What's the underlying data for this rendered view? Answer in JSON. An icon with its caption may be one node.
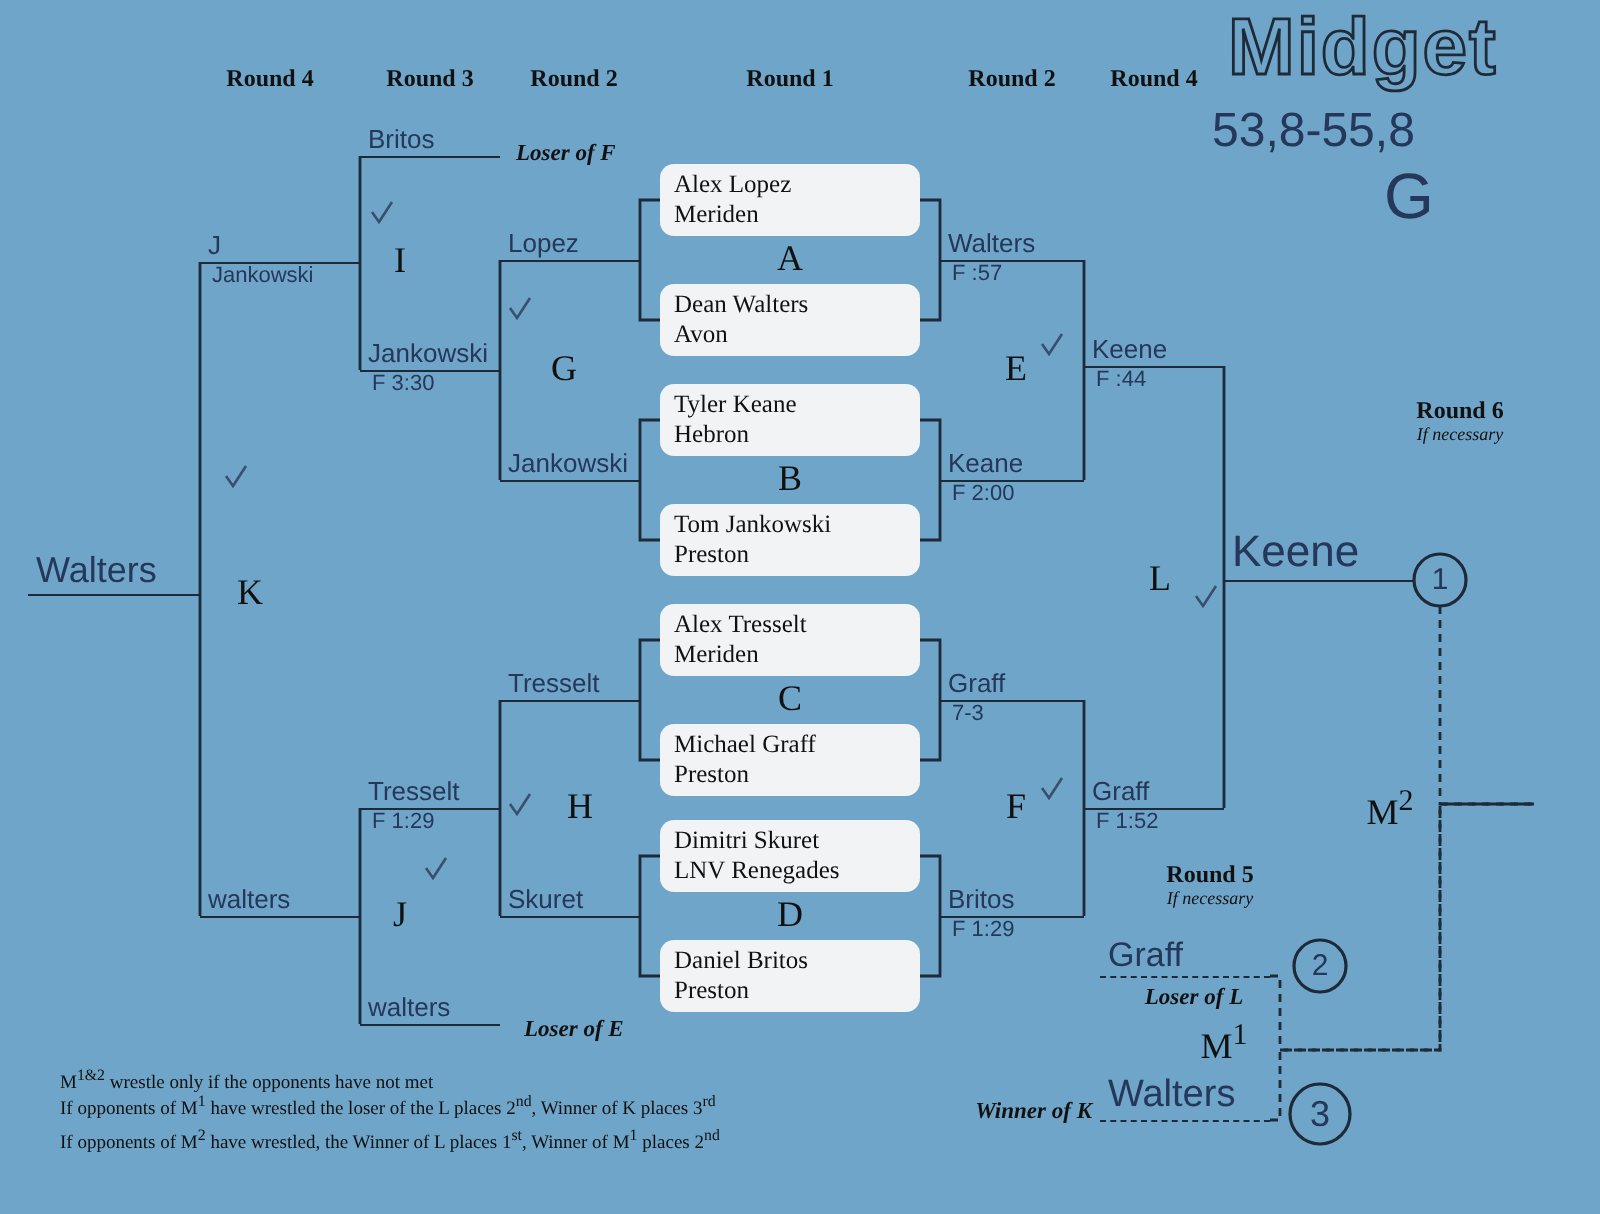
{
  "diagram": {
    "title": "Midget",
    "nodes": [
      {
        "text": [
          "Alex Lopez",
          "Meriden"
        ]
      },
      {
        "text": [
          "Dean Walters",
          "Avon"
        ]
      },
      {
        "text": [
          "Tyler Keane",
          "Hebron"
        ]
      },
      {
        "text": [
          "Tom Jankowski",
          "Preston"
        ]
      },
      {
        "text": [
          "Alex Tresselt",
          "Meriden"
        ]
      },
      {
        "text": [
          "Michael Graff",
          "Preston"
        ]
      },
      {
        "text": [
          "Dimitri Skuret",
          "LNV Renegades"
        ]
      },
      {
        "text": [
          "Daniel Britos",
          "Preston"
        ]
      },
      {
        "text": [
          "Walters"
        ],
        "beside": [
          "F :57"
        ]
      },
      {
        "text": [
          "Keane"
        ],
        "beside": [
          "F 2:00"
        ]
      },
      {
        "text": [
          "Keene"
        ],
        "beside": [
          "F :44"
        ]
      },
      {
        "text": [
          "Graff"
        ],
        "beside": [
          "7-3"
        ]
      },
      {
        "text": [
          "Graff"
        ],
        "beside": [
          "F 1:52"
        ]
      },
      {
        "text": [
          "Britos"
        ],
        "beside": [
          "F 1:29"
        ]
      },
      {
        "text": [
          "Keene"
        ]
      },
      {
        "text": [
          "Lopez"
        ]
      },
      {
        "text": [
          "Jankowski"
        ]
      },
      {
        "text": [
          "Britos"
        ]
      },
      {
        "text": [
          "Jankowski"
        ],
        "beside": [
          "F 3:30"
        ]
      },
      {
        "text": [
          "Tresselt"
        ]
      },
      {
        "text": [
          "Skuret"
        ]
      },
      {
        "text": [
          "Tresselt"
        ],
        "beside": [
          "F 1:29"
        ]
      },
      {
        "text": [
          "walters"
        ]
      },
      {
        "text": [
          "J"
        ],
        "beside": [
          "Jankowski"
        ]
      },
      {
        "text": [
          "walters"
        ]
      },
      {
        "text": [
          "Walters"
        ]
      },
      {
        "text": [
          "Graff"
        ]
      },
      {
        "text": [
          "Walters"
        ]
      },
      {
        "text": [
          "1"
        ]
      },
      {
        "text": [
          "2"
        ]
      },
      {
        "text": [
          "3"
        ]
      }
    ],
    "edges": [
      {
        "from": 0,
        "to": 8,
        "arrow": "none"
      },
      {
        "from": 1,
        "to": 8,
        "arrow": "none"
      },
      {
        "from": 2,
        "to": 9,
        "arrow": "none"
      },
      {
        "from": 3,
        "to": 9,
        "arrow": "none"
      },
      {
        "from": 4,
        "to": 11,
        "arrow": "none"
      },
      {
        "from": 5,
        "to": 11,
        "arrow": "none"
      },
      {
        "from": 6,
        "to": 13,
        "arrow": "none"
      },
      {
        "from": 7,
        "to": 13,
        "arrow": "none"
      },
      {
        "from": 0,
        "to": 15,
        "arrow": "none"
      },
      {
        "from": 1,
        "to": 15,
        "arrow": "none"
      },
      {
        "from": 2,
        "to": 16,
        "arrow": "none"
      },
      {
        "from": 3,
        "to": 16,
        "arrow": "none"
      },
      {
        "from": 4,
        "to": 19,
        "arrow": "none"
      },
      {
        "from": 5,
        "to": 19,
        "arrow": "none"
      },
      {
        "from": 6,
        "to": 20,
        "arrow": "none"
      },
      {
        "from": 7,
        "to": 20,
        "arrow": "none"
      },
      {
        "from": 8,
        "to": 10,
        "arrow": "none"
      },
      {
        "from": 9,
        "to": 10,
        "arrow": "none"
      },
      {
        "from": 11,
        "to": 12,
        "arrow": "none"
      },
      {
        "from": 13,
        "to": 12,
        "arrow": "none"
      },
      {
        "from": 10,
        "to": 14,
        "arrow": "none"
      },
      {
        "from": 12,
        "to": 14,
        "arrow": "none"
      },
      {
        "from": 15,
        "to": 18,
        "arrow": "none"
      },
      {
        "from": 16,
        "to": 18,
        "arrow": "none"
      },
      {
        "from": 19,
        "to": 21,
        "arrow": "none"
      },
      {
        "from": 20,
        "to": 21,
        "arrow": "none"
      },
      {
        "from": 17,
        "to": 23,
        "arrow": "none"
      },
      {
        "from": 18,
        "to": 23,
        "arrow": "none"
      },
      {
        "from": 21,
        "to": 24,
        "arrow": "none"
      },
      {
        "from": 22,
        "to": 24,
        "arrow": "none"
      },
      {
        "from": 23,
        "to": 25,
        "arrow": "none"
      },
      {
        "from": 24,
        "to": 25,
        "arrow": "none"
      },
      {
        "from": 26,
        "to": null,
        "arrow": "none",
        "style": "dashed"
      },
      {
        "from": 27,
        "to": null,
        "arrow": "none",
        "style": "dashed"
      },
      {
        "from": 28,
        "to": null,
        "arrow": "none",
        "style": "dashed"
      }
    ],
    "labels": [
      "Round 4",
      "Round 3",
      "Round 2",
      "Round 1",
      "Round 2",
      "Round 4",
      "53,8-55,8",
      "G",
      "Loser of F",
      "A",
      "I",
      "G",
      "E",
      "B",
      "Round 6",
      "If necessary",
      "K",
      "L",
      "C",
      "M$^{2}$",
      "F",
      "H",
      "D",
      "J",
      "Round 5",
      "If necessary",
      "Loser of L",
      "Loser of E",
      "M$^{1}$",
      "Winner of K",
      "M$^{1&2}$ wrestle only if the opponents have not met",
      "If opponents of M$^{1}$ have wrestled the loser of the L places 2$^{nd}$, Winner of K places 3$^{rd}$",
      "If opponents of M$^{2}$ have wrestled, the Winner of L places 1$^{st}$, Winner of M$^{1}$ places 2$^{nd}$"
    ]
  }
}
